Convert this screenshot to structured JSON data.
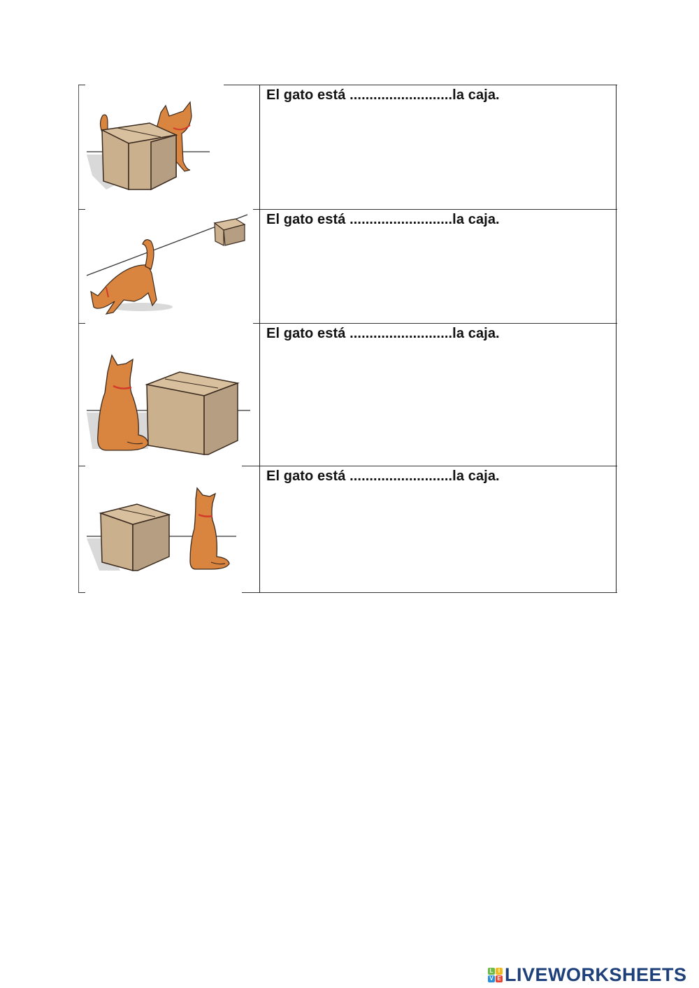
{
  "worksheet": {
    "rows": [
      {
        "sentence": "El gato está ..........................la caja.",
        "image": "cat-behind-box-illustration"
      },
      {
        "sentence": "El gato está ..........................la caja.",
        "image": "cat-far-from-box-illustration"
      },
      {
        "sentence": "El gato está ..........................la caja.",
        "image": "cat-left-of-box-illustration"
      },
      {
        "sentence": "El gato está ..........................la caja.",
        "image": "cat-right-of-box-illustration"
      }
    ]
  },
  "footer": {
    "logo_text": "LIVEWORKSHEETS",
    "logo_blocks": [
      {
        "letter": "L",
        "color": "#6dbb45"
      },
      {
        "letter": "I",
        "color": "#f2b91c"
      },
      {
        "letter": "V",
        "color": "#2d8fd5"
      },
      {
        "letter": "E",
        "color": "#e8412f"
      }
    ]
  },
  "colors": {
    "cat": "#d9843f",
    "cat_outline": "#3a2a1e",
    "box_front": "#cbb08e",
    "box_side": "#b59e82",
    "box_top": "#d8c09f",
    "collar": "#d23b2b",
    "shadow": "#d9d9d9",
    "logo_text": "#1d3f7a"
  }
}
